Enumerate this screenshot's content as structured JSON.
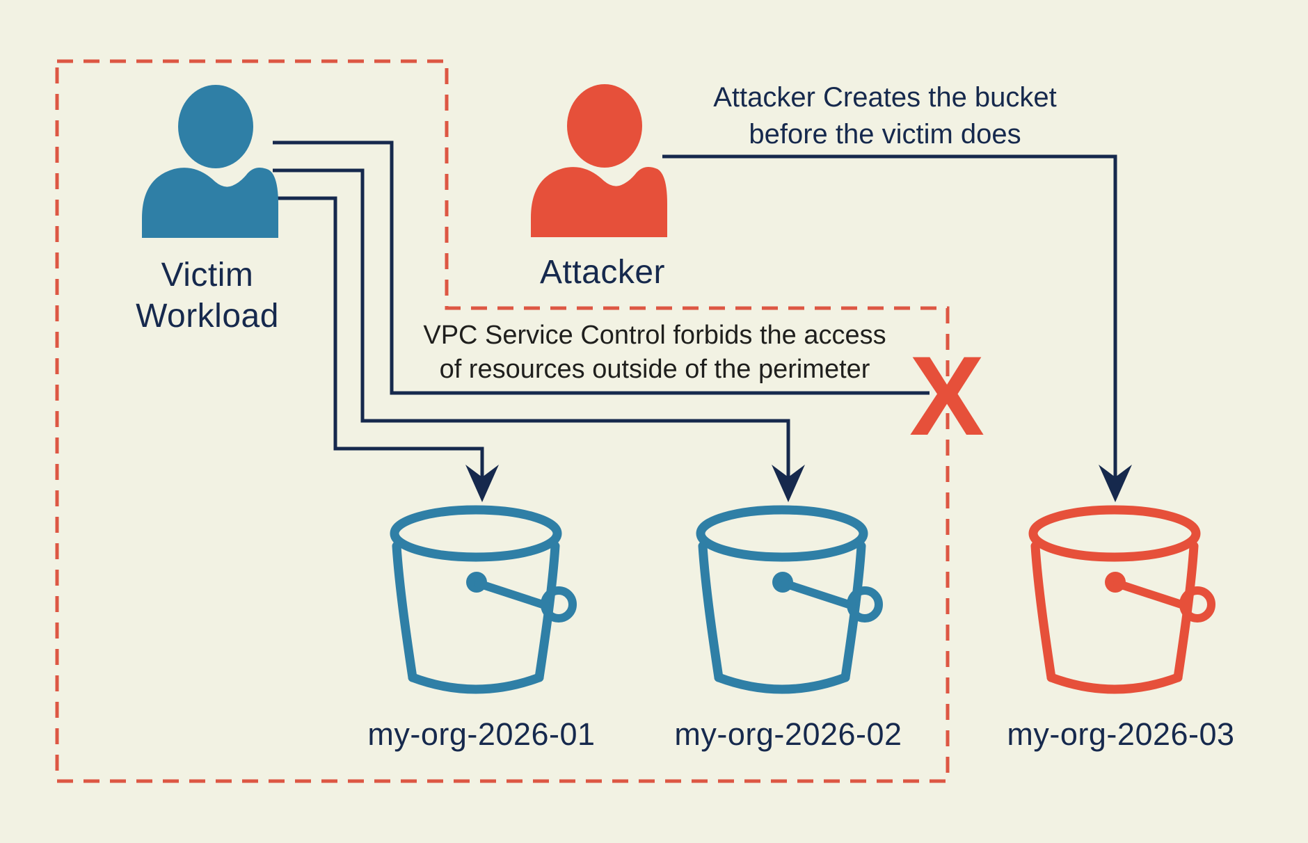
{
  "diagram_title": "Bucket squatting / VPC Service Control perimeter diagram",
  "palette": {
    "background": "#f2f2e3",
    "navy_lines_text": "#16294d",
    "victim_blue": "#2f7fa6",
    "attacker_red": "#e6503a",
    "perimeter_dash_red": "#dd5743",
    "vpc_note_text": "#1f1f1d"
  },
  "actors": {
    "victim": {
      "label_line1": "Victim",
      "label_line2": "Workload",
      "icon": "person-icon",
      "color": "#2f7fa6"
    },
    "attacker": {
      "label": "Attacker",
      "icon": "person-icon",
      "color": "#e6503a"
    }
  },
  "notes": {
    "attacker_note": {
      "line1": "Attacker Creates the bucket",
      "line2": "before the victim does"
    },
    "vpc_note": {
      "line1": "VPC Service Control forbids the access",
      "line2": "of resources outside of the perimeter"
    }
  },
  "buckets": [
    {
      "name": "my-org-2026-01",
      "color": "#2f7fa6",
      "inside_perimeter": true
    },
    {
      "name": "my-org-2026-02",
      "color": "#2f7fa6",
      "inside_perimeter": true
    },
    {
      "name": "my-org-2026-03",
      "color": "#e6503a",
      "inside_perimeter": false
    }
  ],
  "blocked_mark": "X"
}
